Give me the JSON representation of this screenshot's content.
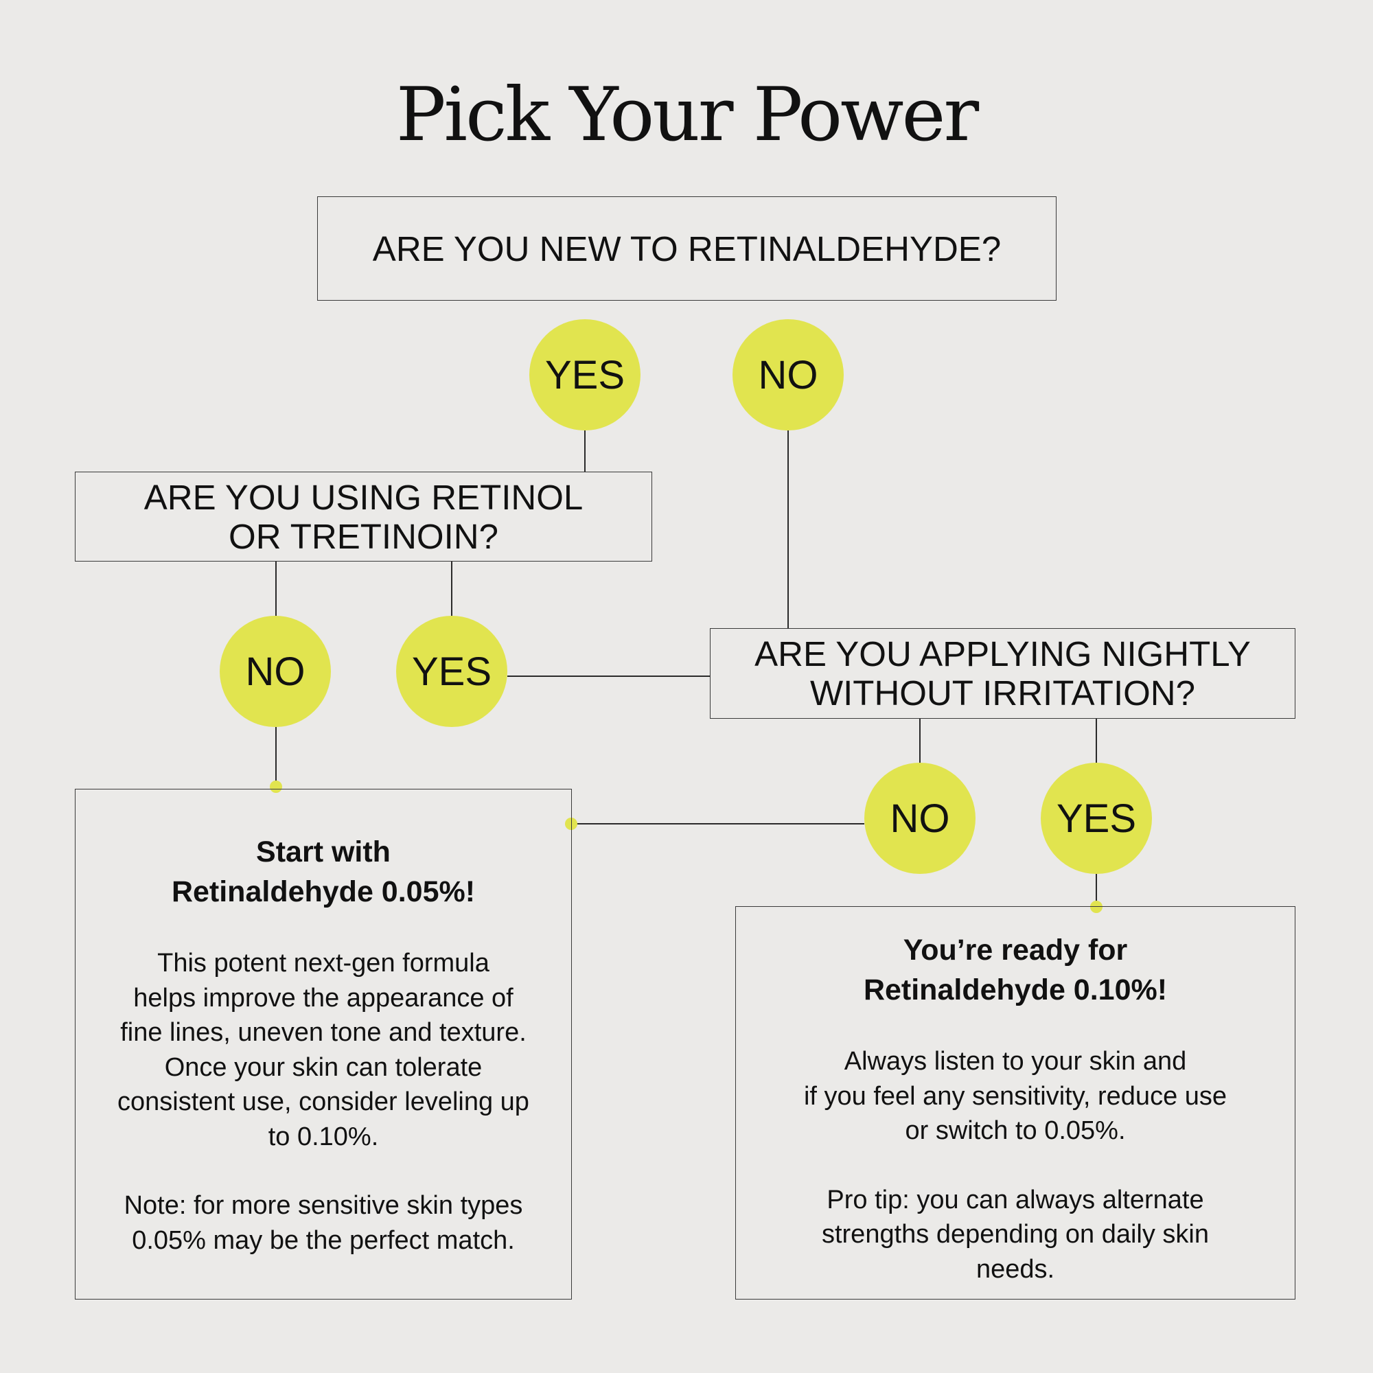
{
  "title": "Pick Your Power",
  "questions": {
    "q1": "ARE YOU NEW TO RETINALDEHYDE?",
    "q2": [
      "ARE YOU USING RETINOL",
      "OR TRETINOIN?"
    ],
    "q3": [
      "ARE YOU APPLYING NIGHTLY",
      "WITHOUT IRRITATION?"
    ]
  },
  "answers": {
    "yes": "YES",
    "no": "NO"
  },
  "results": {
    "left": {
      "heading": [
        "Start with",
        "Retinaldehyde 0.05%!"
      ],
      "body": [
        "This potent next-gen formula",
        "helps improve the appearance of",
        "fine lines, uneven tone and texture.",
        "Once your skin can tolerate",
        "consistent use, consider leveling up",
        "to 0.10%."
      ],
      "note": [
        "Note: for more sensitive skin types",
        "0.05% may be the perfect match."
      ]
    },
    "right": {
      "heading": [
        "You’re ready for",
        "Retinaldehyde 0.10%!"
      ],
      "body": [
        "Always listen to your skin and",
        "if you feel any sensitivity, reduce use",
        "or switch to 0.05%."
      ],
      "tip": [
        "Pro tip: you can always alternate",
        "strengths depending on daily skin",
        "needs."
      ]
    }
  },
  "colors": {
    "background": "#ebeae8",
    "accent": "#e1e44f",
    "text": "#111111",
    "line": "#2a2a2a"
  }
}
